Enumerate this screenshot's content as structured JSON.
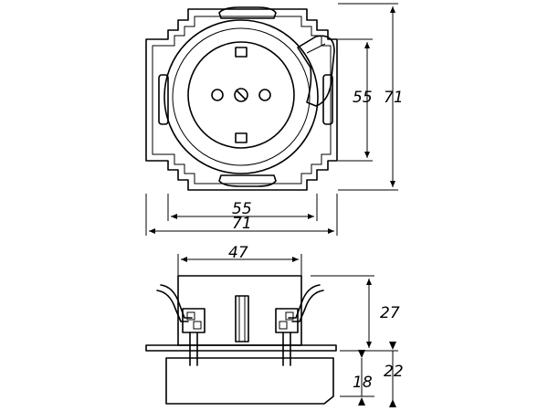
{
  "drawing": {
    "top_view": {
      "dimensions": {
        "inner_height": "55",
        "outer_height": "71",
        "inner_width": "55",
        "outer_width": "71"
      }
    },
    "side_view": {
      "dimensions": {
        "top_width": "47",
        "height_upper": "27",
        "height_lower": "18",
        "height_total": "22"
      }
    }
  }
}
